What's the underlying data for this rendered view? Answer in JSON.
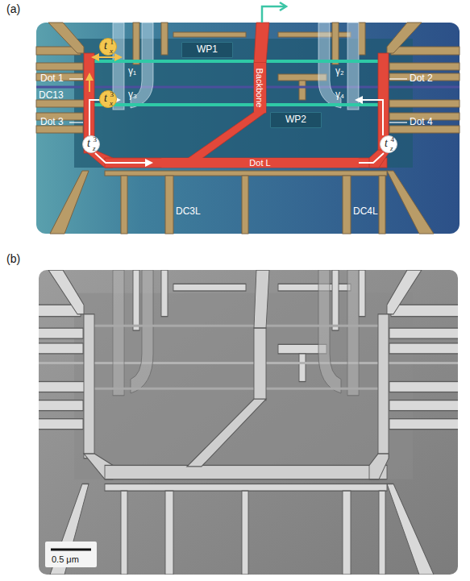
{
  "diagram": {
    "nodes": [
      {
        "text": [
          "t",
          "x",
          "1"
        ]
      },
      {
        "text": [
          "WP1"
        ]
      },
      {
        "text": [
          "Backbone"
        ]
      },
      {
        "text": [
          "WP2"
        ]
      },
      {
        "text": [
          "t",
          "x",
          "3"
        ]
      },
      {
        "text": [
          "Dot L"
        ]
      },
      {
        "text": [
          "t",
          "z",
          "3"
        ]
      },
      {
        "text": [
          "t",
          "z",
          "4"
        ]
      }
    ],
    "labels": [
      "(a)",
      "Dot 1",
      "γ₁",
      "γ₂",
      "Dot 2",
      "DC13",
      "γ₃",
      "γ₄",
      "Dot 3",
      "Dot 4",
      "DC3L",
      "DC4L",
      "(b)",
      "0.5 μm"
    ]
  }
}
